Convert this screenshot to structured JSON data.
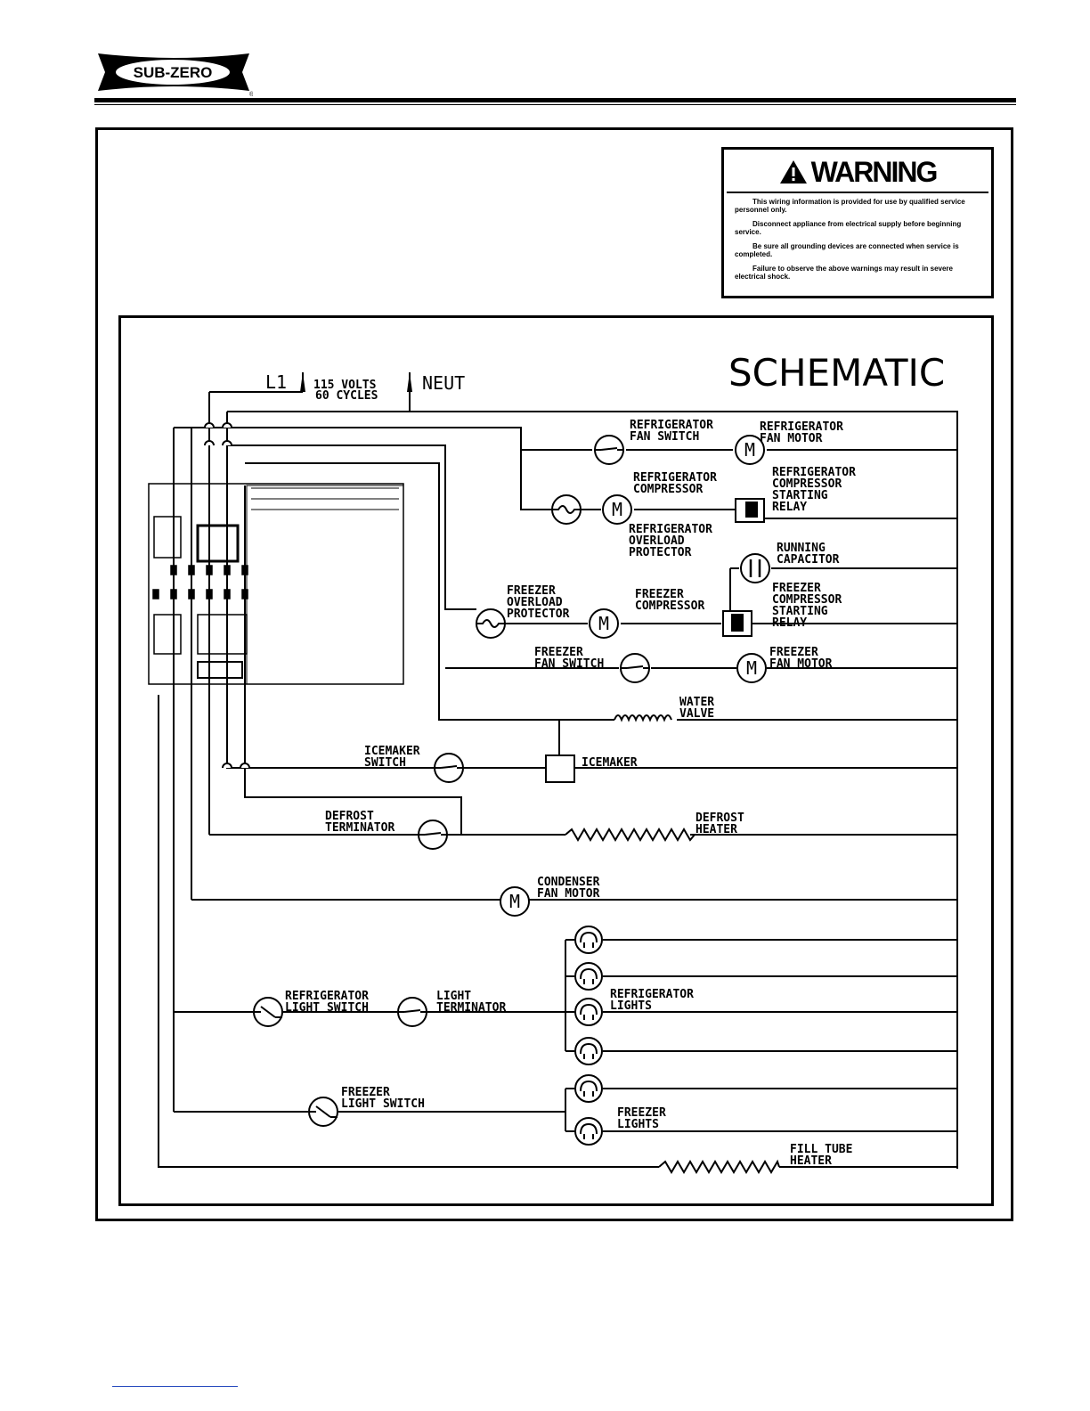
{
  "brand": {
    "name": "SUB-ZERO",
    "reg": "®"
  },
  "warning": {
    "title": "WARNING",
    "paragraphs": [
      "This wiring information is provided for use by qualified service personnel only.",
      "Disconnect appliance from electrical supply before beginning service.",
      "Be sure all grounding devices are connected when service is completed.",
      "Failure to observe the above warnings may result in severe electrical shock."
    ]
  },
  "schematic": {
    "title": "SCHEMATIC",
    "supply": {
      "line": "L1",
      "voltage": "115 VOLTS",
      "cycles": "60 CYCLES",
      "neutral": "NEUT"
    },
    "labels": {
      "refrigerator_fan_switch": [
        "REFRIGERATOR",
        "FAN SWITCH"
      ],
      "refrigerator_fan_motor": [
        "REFRIGERATOR",
        "FAN MOTOR"
      ],
      "refrigerator_compressor": [
        "REFRIGERATOR",
        "COMPRESSOR"
      ],
      "refrigerator_compressor_starting_relay": [
        "REFRIGERATOR",
        "COMPRESSOR",
        "STARTING",
        "RELAY"
      ],
      "refrigerator_overload_protector": [
        "REFRIGERATOR",
        "OVERLOAD",
        "PROTECTOR"
      ],
      "running_capacitor": [
        "RUNNING",
        "CAPACITOR"
      ],
      "freezer_overload_protector": [
        "FREEZER",
        "OVERLOAD",
        "PROTECTOR"
      ],
      "freezer_compressor": [
        "FREEZER",
        "COMPRESSOR"
      ],
      "freezer_compressor_starting_relay": [
        "FREEZER",
        "COMPRESSOR",
        "STARTING",
        "RELAY"
      ],
      "freezer_fan_switch": [
        "FREEZER",
        "FAN SWITCH"
      ],
      "freezer_fan_motor": [
        "FREEZER",
        "FAN MOTOR"
      ],
      "water_valve": [
        "WATER",
        "VALVE"
      ],
      "icemaker_switch": [
        "ICEMAKER",
        "SWITCH"
      ],
      "icemaker": [
        "ICEMAKER"
      ],
      "defrost_terminator": [
        "DEFROST",
        "TERMINATOR"
      ],
      "defrost_heater": [
        "DEFROST",
        "HEATER"
      ],
      "condenser_fan_motor": [
        "CONDENSER",
        "FAN MOTOR"
      ],
      "refrigerator_light_switch": [
        "REFRIGERATOR",
        "LIGHT SWITCH"
      ],
      "light_terminator": [
        "LIGHT",
        "TERMINATOR"
      ],
      "refrigerator_lights": [
        "REFRIGERATOR",
        "LIGHTS"
      ],
      "freezer_light_switch": [
        "FREEZER",
        "LIGHT SWITCH"
      ],
      "freezer_lights": [
        "FREEZER",
        "LIGHTS"
      ],
      "fill_tube_heater": [
        "FILL TUBE",
        "HEATER"
      ]
    },
    "motor_symbol": "M"
  }
}
